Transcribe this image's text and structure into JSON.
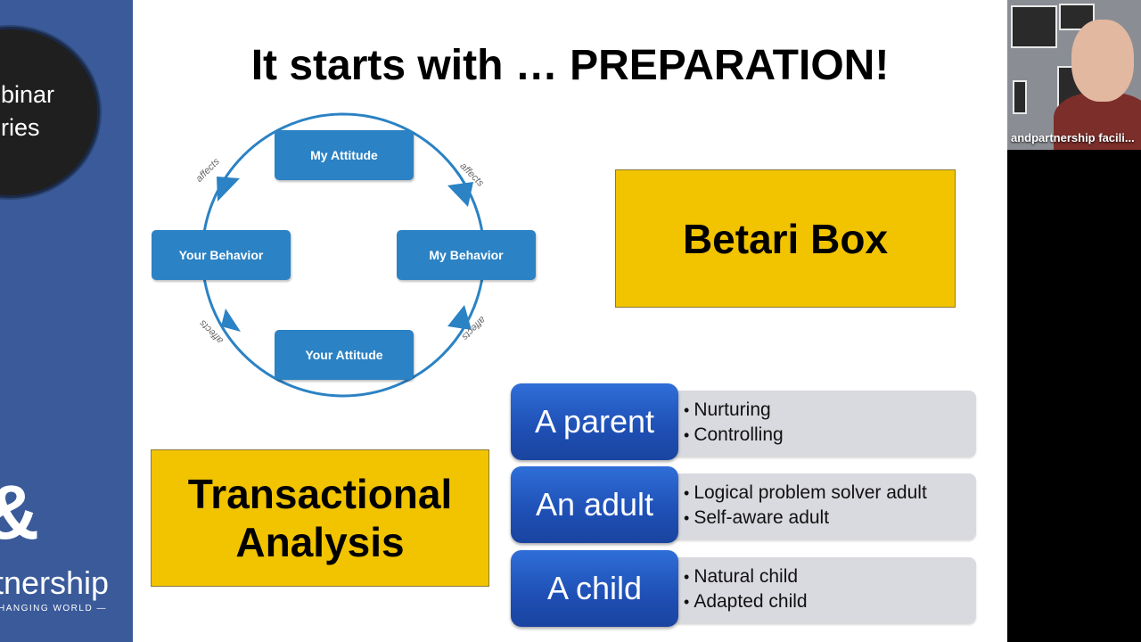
{
  "left_panel": {
    "circle_line1": "binar",
    "circle_line2": "ries",
    "logo_glyph": "&",
    "brand_word": "tnership",
    "brand_tag": "HANGING WORLD —"
  },
  "slide": {
    "title": "It starts with … PREPARATION!",
    "cycle": {
      "top": "My Attitude",
      "right": "My Behavior",
      "bottom": "Your Attitude",
      "left": "Your Behavior",
      "arrow_label": "affects"
    },
    "betari_box": "Betari Box",
    "transactional_line1": "Transactional",
    "transactional_line2": "Analysis",
    "ta_states": [
      {
        "label": "A parent",
        "bullets": [
          "Nurturing",
          "Controlling"
        ]
      },
      {
        "label": "An adult",
        "bullets": [
          "Logical problem solver adult",
          "Self-aware adult"
        ]
      },
      {
        "label": "A child",
        "bullets": [
          "Natural child",
          "Adapted child"
        ]
      }
    ]
  },
  "video": {
    "participant_name": "andpartnership facili..."
  },
  "colors": {
    "left_panel": "#3a5a9a",
    "cycle_blue": "#2b82c4",
    "highlight_yellow": "#f2c400",
    "ta_blue": "#1e4fb4",
    "ta_gray": "#d9d9e0"
  }
}
